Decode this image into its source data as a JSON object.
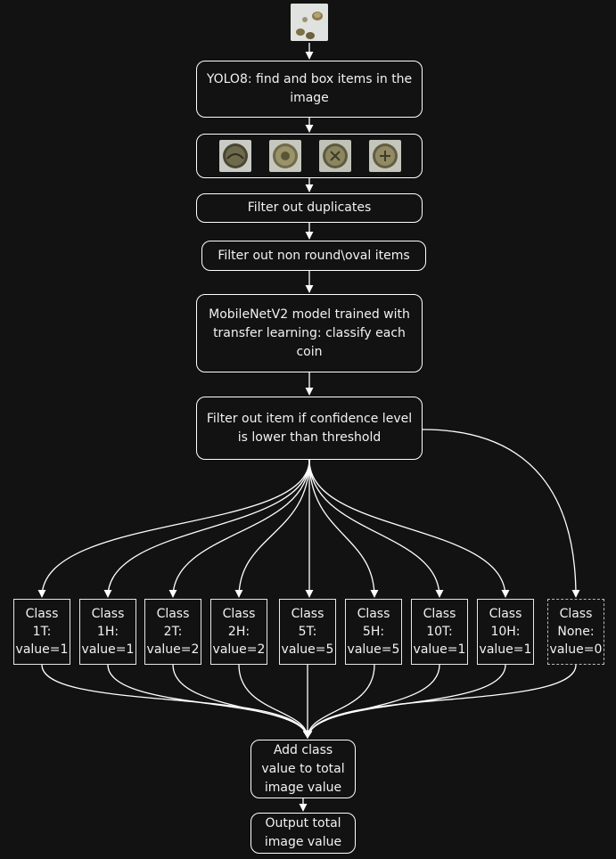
{
  "colors": {
    "background": "#121212",
    "stroke": "#ffffff",
    "text": "#f2f2f2"
  },
  "input_image": {
    "icon": "coins-photo-icon"
  },
  "steps": {
    "detect": "YOLO8: find and box items in the image",
    "dedupe": "Filter out duplicates",
    "shape_filter": "Filter out non round\\oval items",
    "classify": "MobileNetV2 model trained with transfer learning: classify each coin",
    "confidence": "Filter out item if confidence level is lower than threshold",
    "add_value": "Add class value to total image value",
    "output": "Output total image value"
  },
  "crops": [
    {
      "icon": "coin-crop-icon"
    },
    {
      "icon": "coin-crop-icon"
    },
    {
      "icon": "coin-crop-icon"
    },
    {
      "icon": "coin-crop-icon"
    }
  ],
  "classes": [
    {
      "label": "Class\n1T:\nvalue=1"
    },
    {
      "label": "Class\n1H:\nvalue=1"
    },
    {
      "label": "Class\n2T:\nvalue=2"
    },
    {
      "label": "Class\n2H:\nvalue=2"
    },
    {
      "label": "Class\n5T:\nvalue=5"
    },
    {
      "label": "Class\n5H:\nvalue=5"
    },
    {
      "label": "Class\n10T:\nvalue=1"
    },
    {
      "label": "Class\n10H:\nvalue=1"
    },
    {
      "label": "Class\nNone:\nvalue=0",
      "dashed": true
    }
  ]
}
